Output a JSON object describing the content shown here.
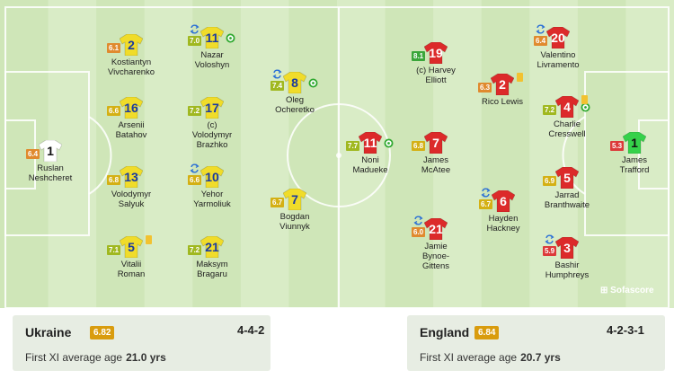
{
  "brand": "Sofascore",
  "colors": {
    "home_shirt": "#f0dc2a",
    "home_number": "#1a3aa0",
    "away_shirt": "#dc2a2a",
    "away_number": "#ffffff",
    "rating_green": "#3aa63a",
    "rating_lime": "#a0b820",
    "rating_yellow": "#d4b014",
    "rating_orange": "#e08a2e",
    "rating_red": "#dc3a3a",
    "team_rating": "#d99c0e"
  },
  "home": {
    "name": "Ukraine",
    "rating": "6.82",
    "formation": "4-4-2",
    "age_label": "First XI average age",
    "age_value": "21.0 yrs",
    "players": [
      {
        "num": "1",
        "name": [
          "Ruslan",
          "Neshcheret"
        ],
        "rating": "6.4",
        "kit": "gk"
      },
      {
        "num": "2",
        "name": [
          "Kostiantyn",
          "Vivcharenko"
        ],
        "rating": "6.1"
      },
      {
        "num": "16",
        "name": [
          "Arsenii",
          "Batahov"
        ],
        "rating": "6.6"
      },
      {
        "num": "13",
        "name": [
          "Volodymyr",
          "Salyuk"
        ],
        "rating": "6.8"
      },
      {
        "num": "5",
        "name": [
          "Vitalii",
          "Roman"
        ],
        "rating": "7.1",
        "ycard": true
      },
      {
        "num": "11",
        "name": [
          "Nazar",
          "Voloshyn"
        ],
        "rating": "7.0",
        "sub": true,
        "goal": true
      },
      {
        "num": "17",
        "name": [
          "(c)",
          "Volodymyr",
          "Brazhko"
        ],
        "rating": "7.2"
      },
      {
        "num": "10",
        "name": [
          "Yehor",
          "Yarmoliuk"
        ],
        "rating": "6.6",
        "sub": true
      },
      {
        "num": "21",
        "name": [
          "Maksym",
          "Bragaru"
        ],
        "rating": "7.2"
      },
      {
        "num": "8",
        "name": [
          "Oleg",
          "Ocheretko"
        ],
        "rating": "7.4",
        "sub": true,
        "goal": true
      },
      {
        "num": "7",
        "name": [
          "Bogdan",
          "Viunnyk"
        ],
        "rating": "6.7"
      }
    ]
  },
  "away": {
    "name": "England",
    "rating": "6.84",
    "formation": "4-2-3-1",
    "age_label": "First XI average age",
    "age_value": "20.7 yrs",
    "players": [
      {
        "num": "1",
        "name": [
          "James",
          "Trafford"
        ],
        "rating": "5.3",
        "kit": "gk"
      },
      {
        "num": "20",
        "name": [
          "Valentino",
          "Livramento"
        ],
        "rating": "6.4",
        "sub": true
      },
      {
        "num": "4",
        "name": [
          "Charlie",
          "Cresswell"
        ],
        "rating": "7.2",
        "ycard": true,
        "goal": true
      },
      {
        "num": "5",
        "name": [
          "Jarrad",
          "Branthwaite"
        ],
        "rating": "6.9"
      },
      {
        "num": "3",
        "name": [
          "Bashir",
          "Humphreys"
        ],
        "rating": "5.9",
        "sub": true
      },
      {
        "num": "2",
        "name": [
          "Rico Lewis"
        ],
        "rating": "6.3",
        "ycard": true
      },
      {
        "num": "6",
        "name": [
          "Hayden",
          "Hackney"
        ],
        "rating": "6.7",
        "sub": true
      },
      {
        "num": "19",
        "name": [
          "(c) Harvey",
          "Elliott"
        ],
        "rating": "8.1"
      },
      {
        "num": "7",
        "name": [
          "James",
          "McAtee"
        ],
        "rating": "6.8"
      },
      {
        "num": "21",
        "name": [
          "Jamie",
          "Bynoe-",
          "Gittens"
        ],
        "rating": "6.0",
        "sub": true
      },
      {
        "num": "11",
        "name": [
          "Noni",
          "Madueke"
        ],
        "rating": "7.7",
        "goal": true
      }
    ]
  }
}
